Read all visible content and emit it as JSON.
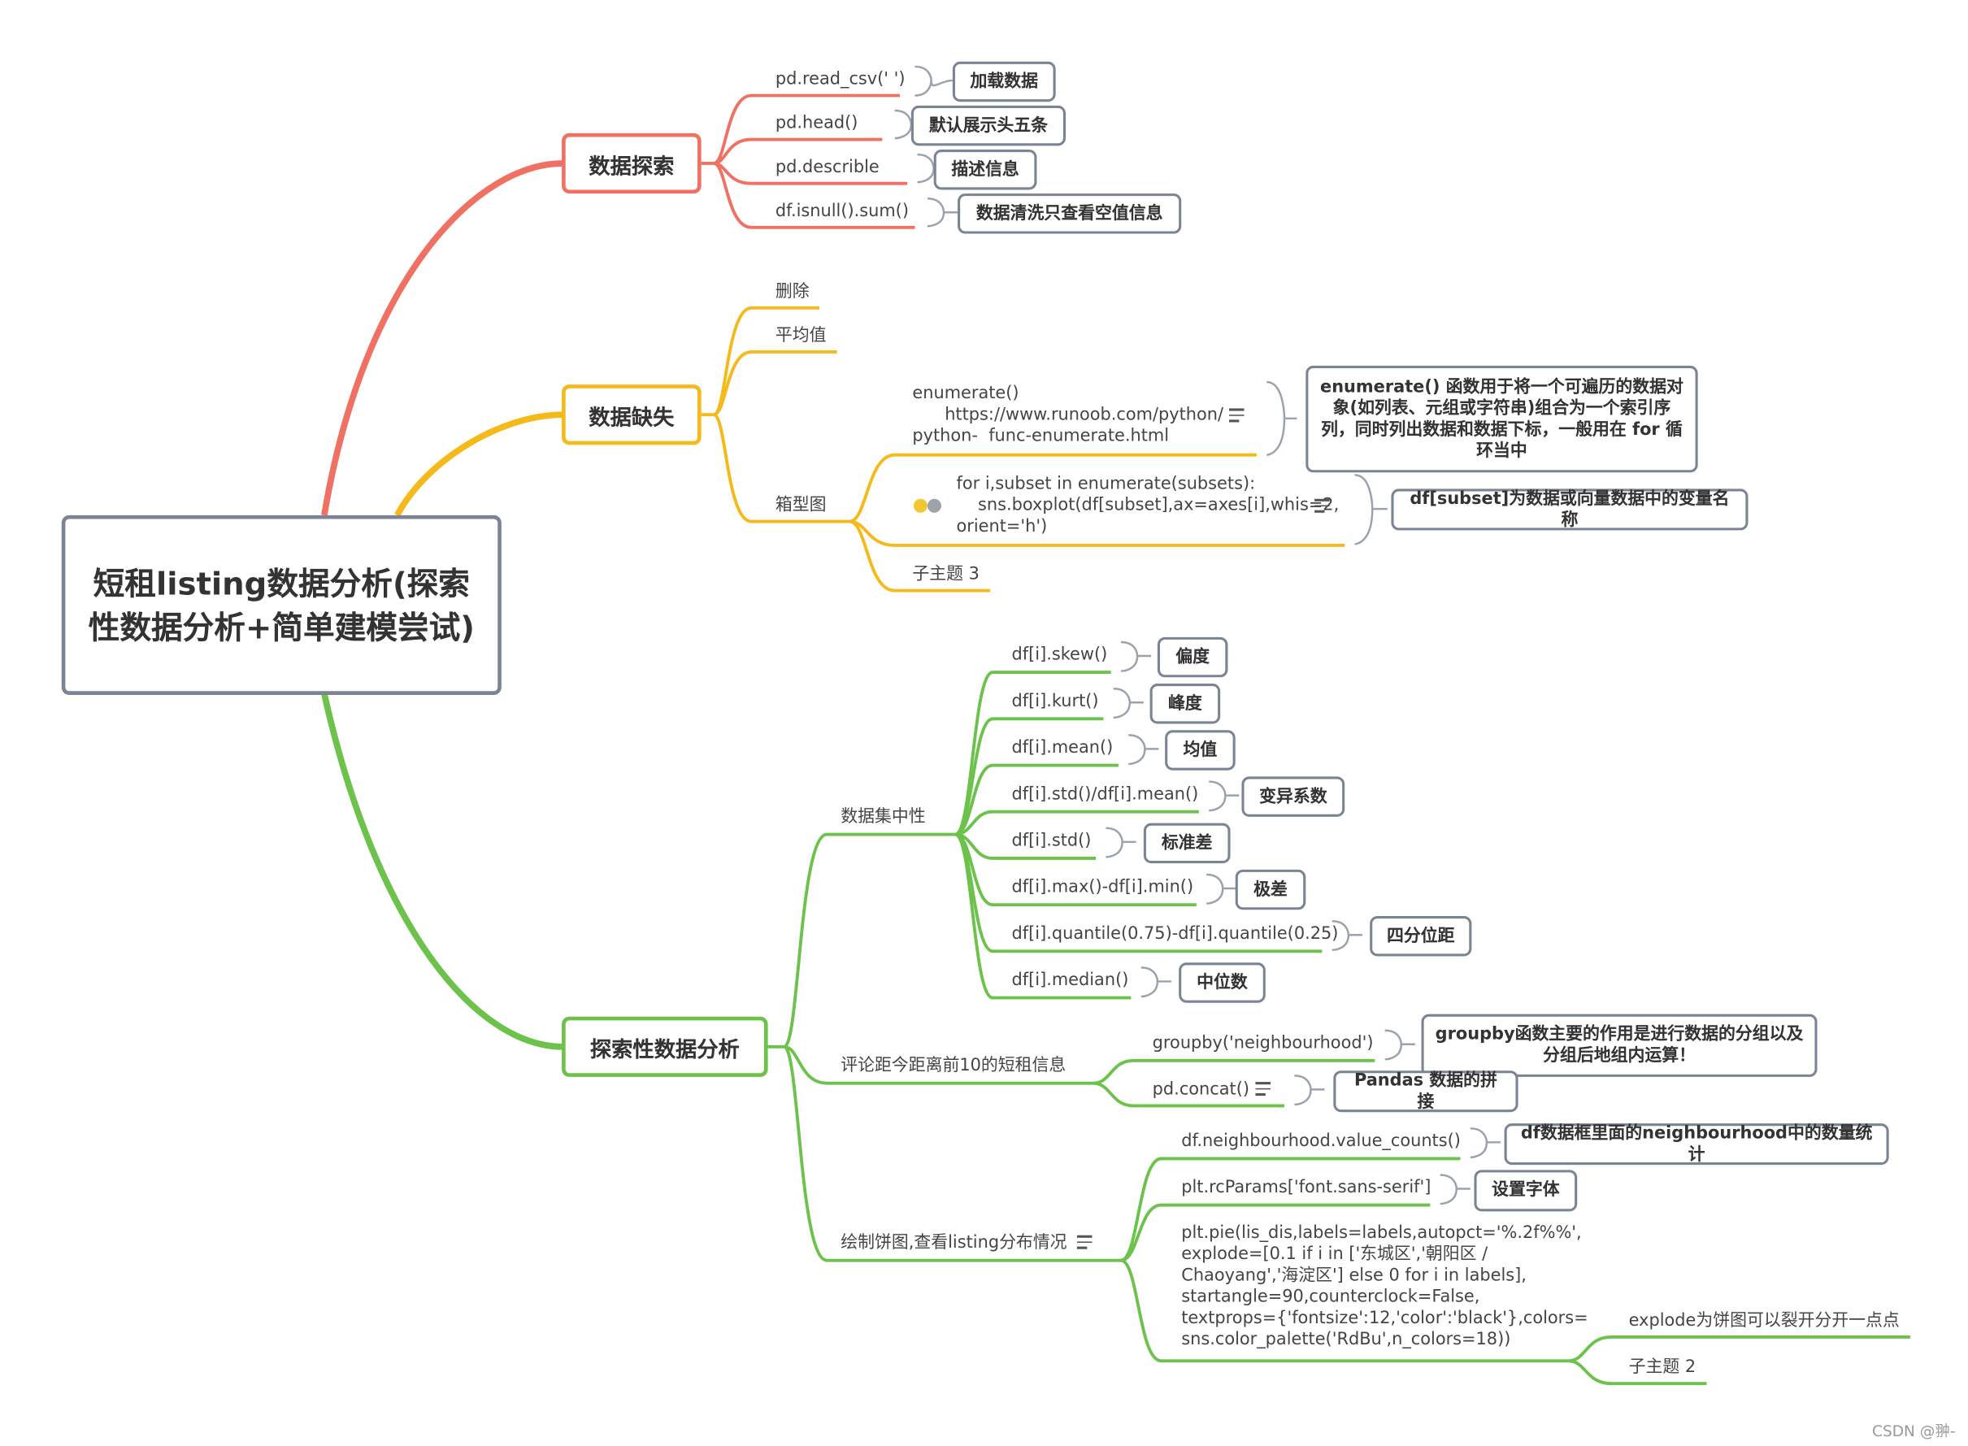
{
  "root": {
    "title": "短租listing数据分析(探索性数据分析+简单建模尝试)"
  },
  "branches": {
    "explore": {
      "title": "数据探索",
      "color": "#f07063",
      "items": [
        {
          "label": "pd.read_csv(' ')",
          "note": "加载数据"
        },
        {
          "label": "pd.head()",
          "note": "默认展示头五条"
        },
        {
          "label": "pd.describle",
          "note": "描述信息"
        },
        {
          "label": "df.isnull().sum()",
          "note": "数据清洗只查看空值信息"
        }
      ]
    },
    "missing": {
      "title": "数据缺失",
      "color": "#f5b91a",
      "items": [
        {
          "label": "删除"
        },
        {
          "label": "平均值"
        },
        {
          "label": "箱型图"
        }
      ],
      "boxplot_children": [
        {
          "label": "enumerate()\n      https://www.runoob.com/python/\npython-  func-enumerate.html",
          "note": "enumerate() 函数用于将一个可遍历的数据对象(如列表、元组或字符串)组合为一个索引序列，同时列出数据和数据下标，一般用在 for 循环当中"
        },
        {
          "label": "for i,subset in enumerate(subsets):\n    sns.boxplot(df[subset],ax=axes[i],whis=2,\norient='h')",
          "note": "df[subset]为数据或向量数据中的变量名称"
        },
        {
          "label": "子主题 3"
        }
      ]
    },
    "eda": {
      "title": "探索性数据分析",
      "color": "#6cc24a",
      "concentration": {
        "label": "数据集中性",
        "items": [
          {
            "label": "df[i].skew()",
            "note": "偏度"
          },
          {
            "label": "df[i].kurt()",
            "note": "峰度"
          },
          {
            "label": "df[i].mean()",
            "note": "均值"
          },
          {
            "label": "df[i].std()/df[i].mean()",
            "note": "变异系数"
          },
          {
            "label": "df[i].std()",
            "note": "标准差"
          },
          {
            "label": "df[i].max()-df[i].min()",
            "note": "极差"
          },
          {
            "label": "df[i].quantile(0.75)-df[i].quantile(0.25)",
            "note": "四分位距"
          },
          {
            "label": "df[i].median()",
            "note": "中位数"
          }
        ]
      },
      "review": {
        "label": "评论距今距离前10的短租信息",
        "items": [
          {
            "label": "groupby('neighbourhood')",
            "note": "groupby函数主要的作用是进行数据的分组以及分组后地组内运算！"
          },
          {
            "label": "pd.concat()",
            "note": "Pandas 数据的拼接"
          }
        ]
      },
      "pie": {
        "label": "绘制饼图,查看listing分布情况",
        "items": [
          {
            "label": "df.neighbourhood.value_counts()",
            "note": "df数据框里面的neighbourhood中的数量统计"
          },
          {
            "label": "plt.rcParams['font.sans-serif']",
            "note": "设置字体"
          },
          {
            "label": "plt.pie(lis_dis,labels=labels,autopct='%.2f%%',\nexplode=[0.1 if i in ['东城区','朝阳区 /\nChaoyang','海淀区'] else 0 for i in labels],\nstartangle=90,counterclock=False,\ntextprops={'fontsize':12,'color':'black'},colors=\nsns.color_palette('RdBu',n_colors=18))"
          }
        ],
        "pie_children": [
          {
            "label": "explode为饼图可以裂开分开一点点"
          },
          {
            "label": "子主题 2"
          }
        ]
      }
    }
  },
  "credit": "CSDN @翀-"
}
